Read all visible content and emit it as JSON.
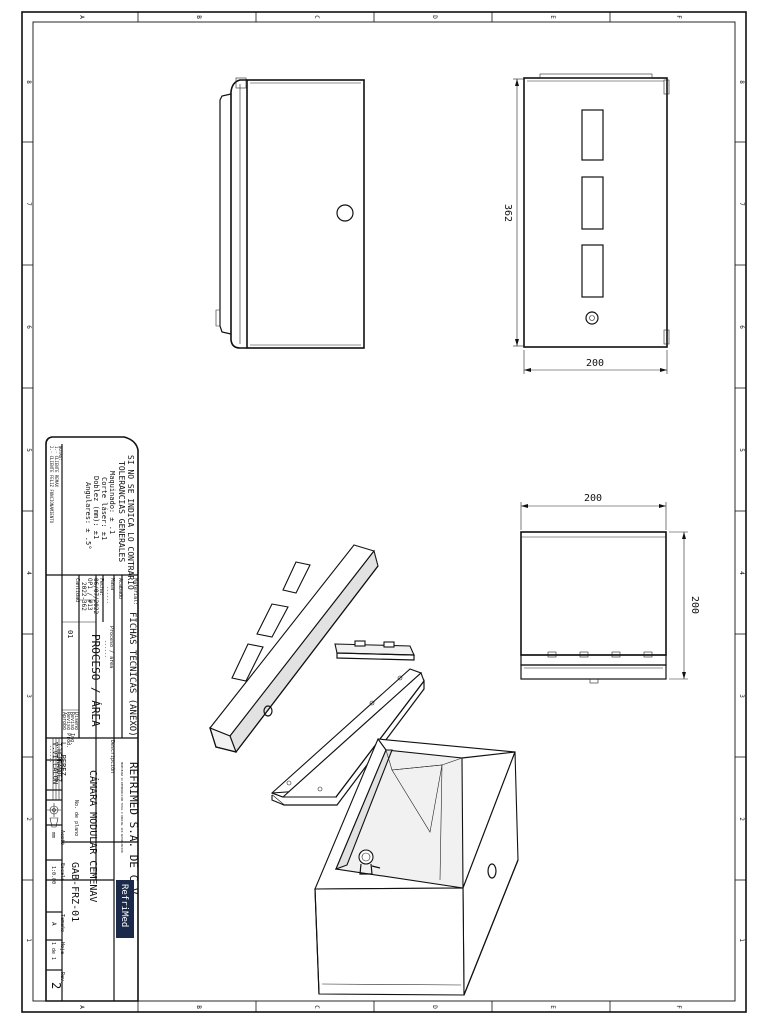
{
  "border": {
    "columns": [
      "A",
      "B",
      "C",
      "D",
      "E",
      "F"
    ],
    "rows": [
      "8",
      "7",
      "6",
      "5",
      "4",
      "3",
      "2",
      "1"
    ]
  },
  "dimensions": {
    "front_height": "362",
    "front_width": "200",
    "top_width": "200",
    "top_depth": "200"
  },
  "title_block": {
    "notes_heading": "SI NO SE INDICA LO CONTRARIO",
    "tolerances_heading": "TOLERANCIAS GENERALES",
    "tolerance_lines": [
      "Maquinado: ± .1",
      "Corte láser: ±1",
      "Doblez (mm): ±1",
      "Angulares: ± .5°"
    ],
    "notes_small": [
      "NOTAS:",
      "1.- CLIENTE REMAX",
      "2.- CLIENTE FELIZ FUNCIONAMIENTO"
    ],
    "material_label": "Material:",
    "acabado_label": "Acabado",
    "material_value": "FICHAS TÉCNICAS (ANEXO)",
    "masa_label": "Masa",
    "masa_value": "------",
    "fecha_label": "Fecha:",
    "fecha_value": "06/07/2022",
    "op_value": "OP1 / #13",
    "folio_value": "2022-362",
    "cantidad_label": "Cantidad",
    "cantidad_value": "01",
    "proceso_label": "Proceso / área",
    "proceso_value": "PROCESO / ÁREA",
    "descripcion_label": "Descripción",
    "roles": [
      "Diseño",
      "Revisó Ing.",
      "Revisó Prod.",
      "Aprobó"
    ],
    "names": [
      "L. PEREZ",
      "J.HERNANDEZ",
      "V.VILLALON",
      "------"
    ],
    "company": "REFRIMED S.A. DE C.V.",
    "company_small": "PROHIBIDA SU REPRODUCCIÓN TOTAL O PARCIAL SIN AUTORIZACIÓN",
    "description_value": "CÁMARA MODULAR CEMENAV",
    "no_plano_label": "No. de plano",
    "plano_value": "GAB-FRZ-01",
    "acot_label": "Acotó",
    "acot_value": "mm",
    "escala_label": "Escala",
    "escala_value": "1:0.00",
    "tamano_label": "Tamaño",
    "tamano_value": "A",
    "hoja_label": "Hoja",
    "hoja_value": "1 de 1",
    "rev_label": "Rev.",
    "rev_value": "2",
    "logo_text": "RefriMed"
  },
  "colors": {
    "line": "#111111",
    "logo_bg": "#1b2a4a",
    "logo_text": "#ffffff"
  }
}
